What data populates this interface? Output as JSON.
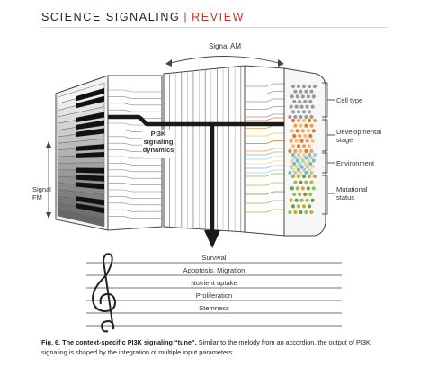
{
  "header": {
    "journal": "SCIENCE SIGNALING",
    "separator": "|",
    "section": "REVIEW"
  },
  "diagram": {
    "signal_am": "Signal AM",
    "signal_fm_line1": "Signal",
    "signal_fm_line2": "FM",
    "pi3k_line1": "PI3K",
    "pi3k_line2": "signaling",
    "pi3k_line3": "dynamics",
    "input_labels": {
      "cell_type": "Cell type",
      "developmental_line1": "Developmental",
      "developmental_line2": "stage",
      "environment": "Environment",
      "mutational_line1": "Mutational",
      "mutational_line2": "status"
    },
    "outputs": [
      "Survival",
      "Apoptosis, Migration",
      "Nutrient uptake",
      "Proliferation",
      "Stemness"
    ],
    "colors": {
      "arrow": "#1a1a1a",
      "cell_type_dots": "#9a9a9a",
      "developmental_dots": [
        "#e8732a",
        "#f0a04a",
        "#f4c068"
      ],
      "environment_dots": [
        "#7fb6cf",
        "#a9d0c8",
        "#f2d68a"
      ],
      "mutational_dots": [
        "#8cbf5a",
        "#d4a82c",
        "#6e9c3e"
      ],
      "accent": "#c0392b"
    }
  },
  "caption": {
    "title": "Fig. 6. The context-specific PI3K signaling “tune”.",
    "text": " Similar to the melody from an accordion, the output of PI3K signaling is shaped by the integration of multiple input parameters."
  }
}
